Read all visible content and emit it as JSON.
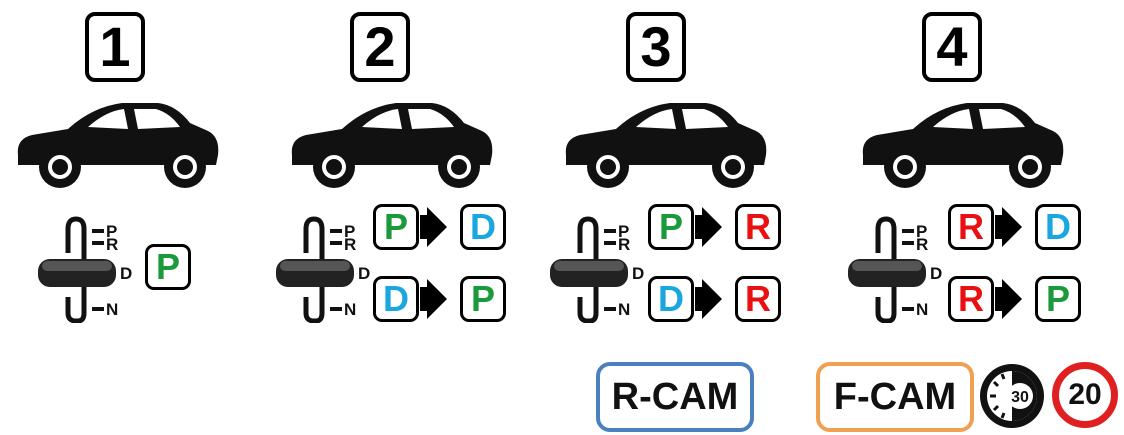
{
  "colors": {
    "P": "#1a9a3a",
    "D": "#1aa7e0",
    "R": "#e81010",
    "rcam_border": "#4a7fc0",
    "fcam_border": "#f0a050",
    "limit_ring": "#e02020"
  },
  "panels": [
    {
      "number": "1",
      "gears": [
        {
          "from": "P",
          "to": null
        }
      ]
    },
    {
      "number": "2",
      "gears": [
        {
          "from": "P",
          "to": "D"
        },
        {
          "from": "D",
          "to": "P"
        }
      ]
    },
    {
      "number": "3",
      "gears": [
        {
          "from": "P",
          "to": "R"
        },
        {
          "from": "D",
          "to": "R"
        }
      ]
    },
    {
      "number": "4",
      "gears": [
        {
          "from": "R",
          "to": "D"
        },
        {
          "from": "R",
          "to": "P"
        }
      ]
    }
  ],
  "shifter_labels": {
    "p": "P",
    "r": "R",
    "d": "D",
    "n": "N"
  },
  "cameras": {
    "rear": "R-CAM",
    "front": "F-CAM"
  },
  "signs": {
    "timer": "30",
    "speed_limit": "20"
  },
  "icons": [
    "car-icon",
    "gear-shifter-icon",
    "arrow-right-icon",
    "timer-icon",
    "speed-limit-sign"
  ]
}
